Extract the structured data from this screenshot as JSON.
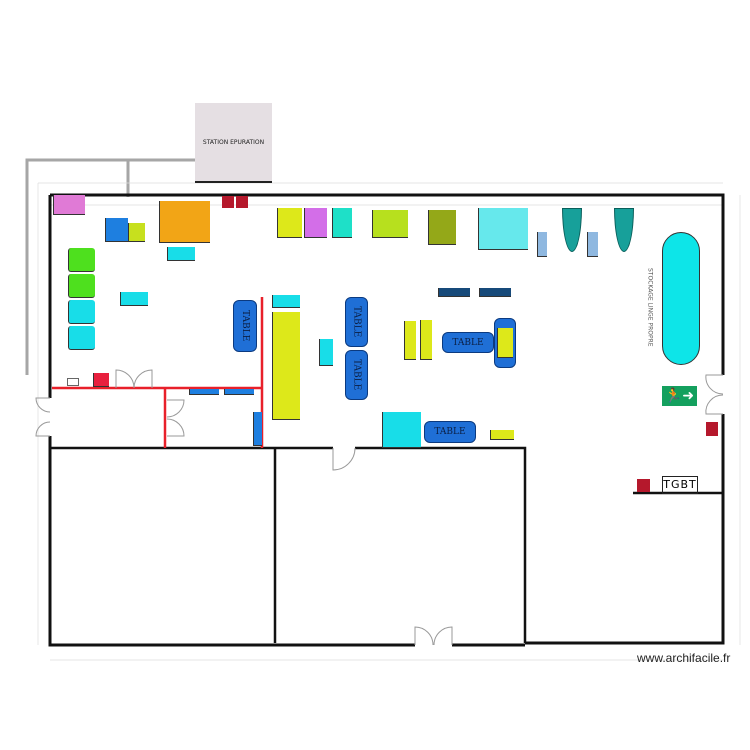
{
  "plan": {
    "station_label": "STATION EPURATION",
    "storage_label": "STOCKAGE LINGE PROPRE",
    "table_label": "TABLE",
    "tgbt_label": "TGBT",
    "watermark": "www.archifacile.fr"
  },
  "colors": {
    "wall": "#111111",
    "partition": "#e8202a",
    "pipe": "#a6a6a6",
    "table": "#1f6fd6",
    "exit_sign": "#14a05e",
    "extinguisher": "#b5182c"
  },
  "icons": [
    "emergency-exit-icon",
    "fire-extinguisher-icon",
    "door-swing-icon"
  ]
}
